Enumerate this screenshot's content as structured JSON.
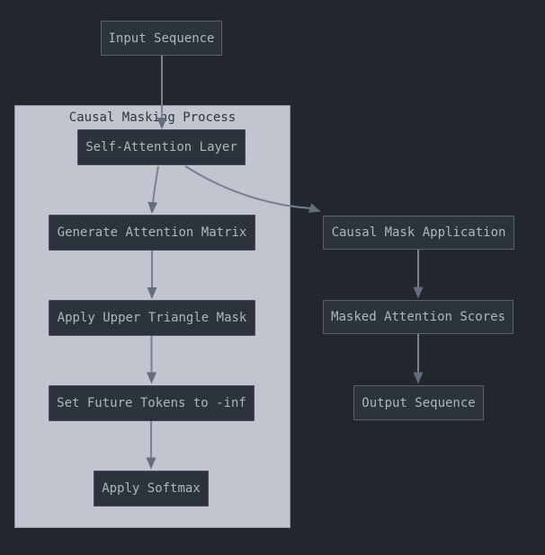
{
  "diagram": {
    "cluster": {
      "label": "Causal Masking Process"
    },
    "nodes": {
      "input": {
        "label": "Input Sequence"
      },
      "self_attention": {
        "label": "Self-Attention Layer"
      },
      "generate_matrix": {
        "label": "Generate Attention Matrix"
      },
      "upper_triangle": {
        "label": "Apply Upper Triangle Mask"
      },
      "future_tokens": {
        "label": "Set Future Tokens to -inf"
      },
      "softmax": {
        "label": "Apply Softmax"
      },
      "causal_mask": {
        "label": "Causal Mask Application"
      },
      "masked_scores": {
        "label": "Masked Attention Scores"
      },
      "output": {
        "label": "Output Sequence"
      }
    },
    "edges": [
      {
        "from": "input",
        "to": "self_attention"
      },
      {
        "from": "self_attention",
        "to": "generate_matrix"
      },
      {
        "from": "self_attention",
        "to": "causal_mask"
      },
      {
        "from": "generate_matrix",
        "to": "upper_triangle"
      },
      {
        "from": "upper_triangle",
        "to": "future_tokens"
      },
      {
        "from": "future_tokens",
        "to": "softmax"
      },
      {
        "from": "causal_mask",
        "to": "masked_scores"
      },
      {
        "from": "masked_scores",
        "to": "output"
      }
    ],
    "colors": {
      "background": "#22262e",
      "node_fill": "#2d333c",
      "node_text": "#aeb6c0",
      "outer_node_border": "#5a626d",
      "inner_node_border": "#454d5c",
      "cluster_fill": "#c2c5cf",
      "cluster_border": "#8f96a3",
      "cluster_text": "#2e3540",
      "edge": "#77818f",
      "edge_head": "#636d7c"
    }
  }
}
